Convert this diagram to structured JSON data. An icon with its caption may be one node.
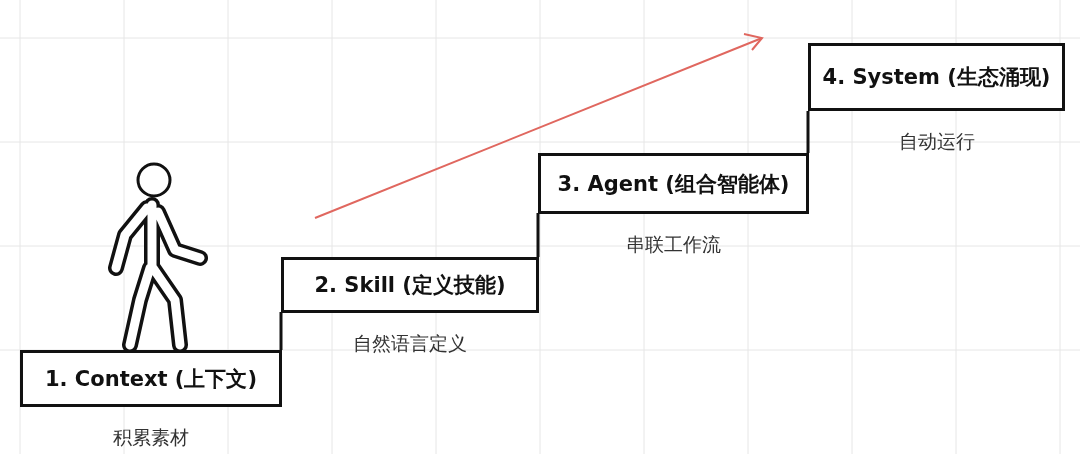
{
  "diagram": {
    "nodes": [
      {
        "text": [
          "1. Context (上下文)"
        ],
        "beside": [
          "积累素材"
        ]
      },
      {
        "text": [
          "2. Skill (定义技能)"
        ],
        "beside": [
          "自然语言定义"
        ]
      },
      {
        "text": [
          "3. Agent (组合智能体)"
        ],
        "beside": [
          "串联工作流"
        ]
      },
      {
        "text": [
          "4. System (生态涌现)"
        ],
        "beside": [
          "自动运行"
        ]
      }
    ]
  }
}
